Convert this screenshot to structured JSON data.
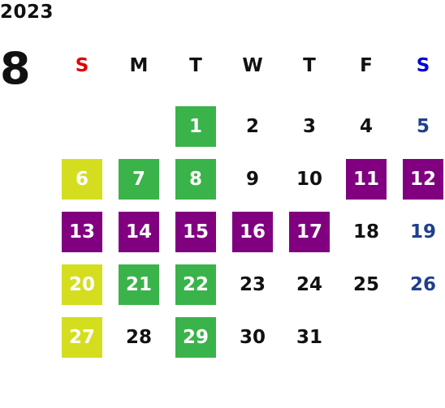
{
  "calendar": {
    "year": "2023",
    "month": "8",
    "weekdays": [
      {
        "label": "S",
        "color": "#e00000"
      },
      {
        "label": "M",
        "color": "#111111"
      },
      {
        "label": "T",
        "color": "#111111"
      },
      {
        "label": "W",
        "color": "#111111"
      },
      {
        "label": "T",
        "color": "#111111"
      },
      {
        "label": "F",
        "color": "#111111"
      },
      {
        "label": "S",
        "color": "#0000dd"
      }
    ],
    "colors": {
      "yellow": "#d4de1f",
      "green": "#3ab34a",
      "purple": "#800080",
      "saturday_text": "#1f3f8f"
    },
    "days": [
      {
        "day": "",
        "style": "none"
      },
      {
        "day": "",
        "style": "none"
      },
      {
        "day": "1",
        "style": "green"
      },
      {
        "day": "2",
        "style": "plain"
      },
      {
        "day": "3",
        "style": "plain"
      },
      {
        "day": "4",
        "style": "plain"
      },
      {
        "day": "5",
        "style": "sat"
      },
      {
        "day": "6",
        "style": "yellow"
      },
      {
        "day": "7",
        "style": "green"
      },
      {
        "day": "8",
        "style": "green"
      },
      {
        "day": "9",
        "style": "plain"
      },
      {
        "day": "10",
        "style": "plain"
      },
      {
        "day": "11",
        "style": "purple"
      },
      {
        "day": "12",
        "style": "purple"
      },
      {
        "day": "13",
        "style": "purple"
      },
      {
        "day": "14",
        "style": "purple"
      },
      {
        "day": "15",
        "style": "purple"
      },
      {
        "day": "16",
        "style": "purple"
      },
      {
        "day": "17",
        "style": "purple"
      },
      {
        "day": "18",
        "style": "plain"
      },
      {
        "day": "19",
        "style": "sat"
      },
      {
        "day": "20",
        "style": "yellow"
      },
      {
        "day": "21",
        "style": "green"
      },
      {
        "day": "22",
        "style": "green"
      },
      {
        "day": "23",
        "style": "plain"
      },
      {
        "day": "24",
        "style": "plain"
      },
      {
        "day": "25",
        "style": "plain"
      },
      {
        "day": "26",
        "style": "sat"
      },
      {
        "day": "27",
        "style": "yellow"
      },
      {
        "day": "28",
        "style": "plain"
      },
      {
        "day": "29",
        "style": "green"
      },
      {
        "day": "30",
        "style": "plain"
      },
      {
        "day": "31",
        "style": "plain"
      },
      {
        "day": "",
        "style": "none"
      },
      {
        "day": "",
        "style": "none"
      }
    ]
  }
}
